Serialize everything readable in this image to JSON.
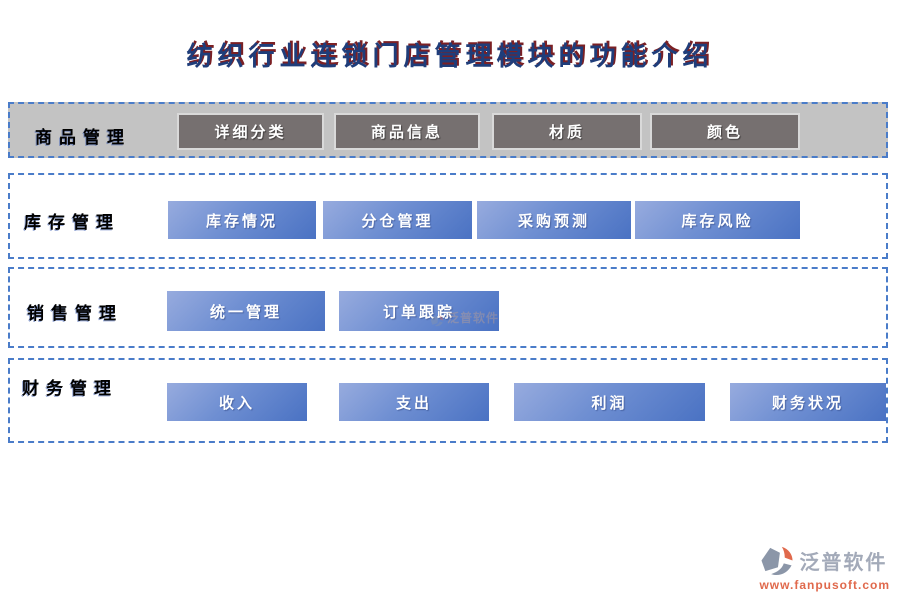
{
  "title": "纺织行业连锁门店管理模块的功能介绍",
  "rows": [
    {
      "label": "商品管理",
      "style": "gray",
      "buttons": [
        {
          "label": "详细分类"
        },
        {
          "label": "商品信息"
        },
        {
          "label": "材质"
        },
        {
          "label": "颜色"
        }
      ]
    },
    {
      "label": "库存管理",
      "style": "blue",
      "buttons": [
        {
          "label": "库存情况"
        },
        {
          "label": "分仓管理"
        },
        {
          "label": "采购预测"
        },
        {
          "label": "库存风险"
        }
      ]
    },
    {
      "label": "销售管理",
      "style": "blue",
      "buttons": [
        {
          "label": "统一管理"
        },
        {
          "label": "订单跟踪"
        }
      ]
    },
    {
      "label": "财务管理",
      "style": "blue",
      "buttons": [
        {
          "label": "收入"
        },
        {
          "label": "支出"
        },
        {
          "label": "利润"
        },
        {
          "label": "财务状况"
        }
      ]
    }
  ],
  "watermark": {
    "text": "泛普软件"
  },
  "footer_logo": {
    "name": "泛普软件",
    "url": "www.fanpusoft.com"
  },
  "colors": {
    "title_main": "#1f3d7a",
    "title_shadow": "#7b2024",
    "row_border": "#4a7cc9",
    "row1_bg": "#c3c3c3",
    "gray_button": "#767070",
    "blue_button_light": "#97abde",
    "blue_button_dark": "#4a72c3",
    "logo_gray": "#a3aab9",
    "logo_orange": "#e0694c"
  }
}
